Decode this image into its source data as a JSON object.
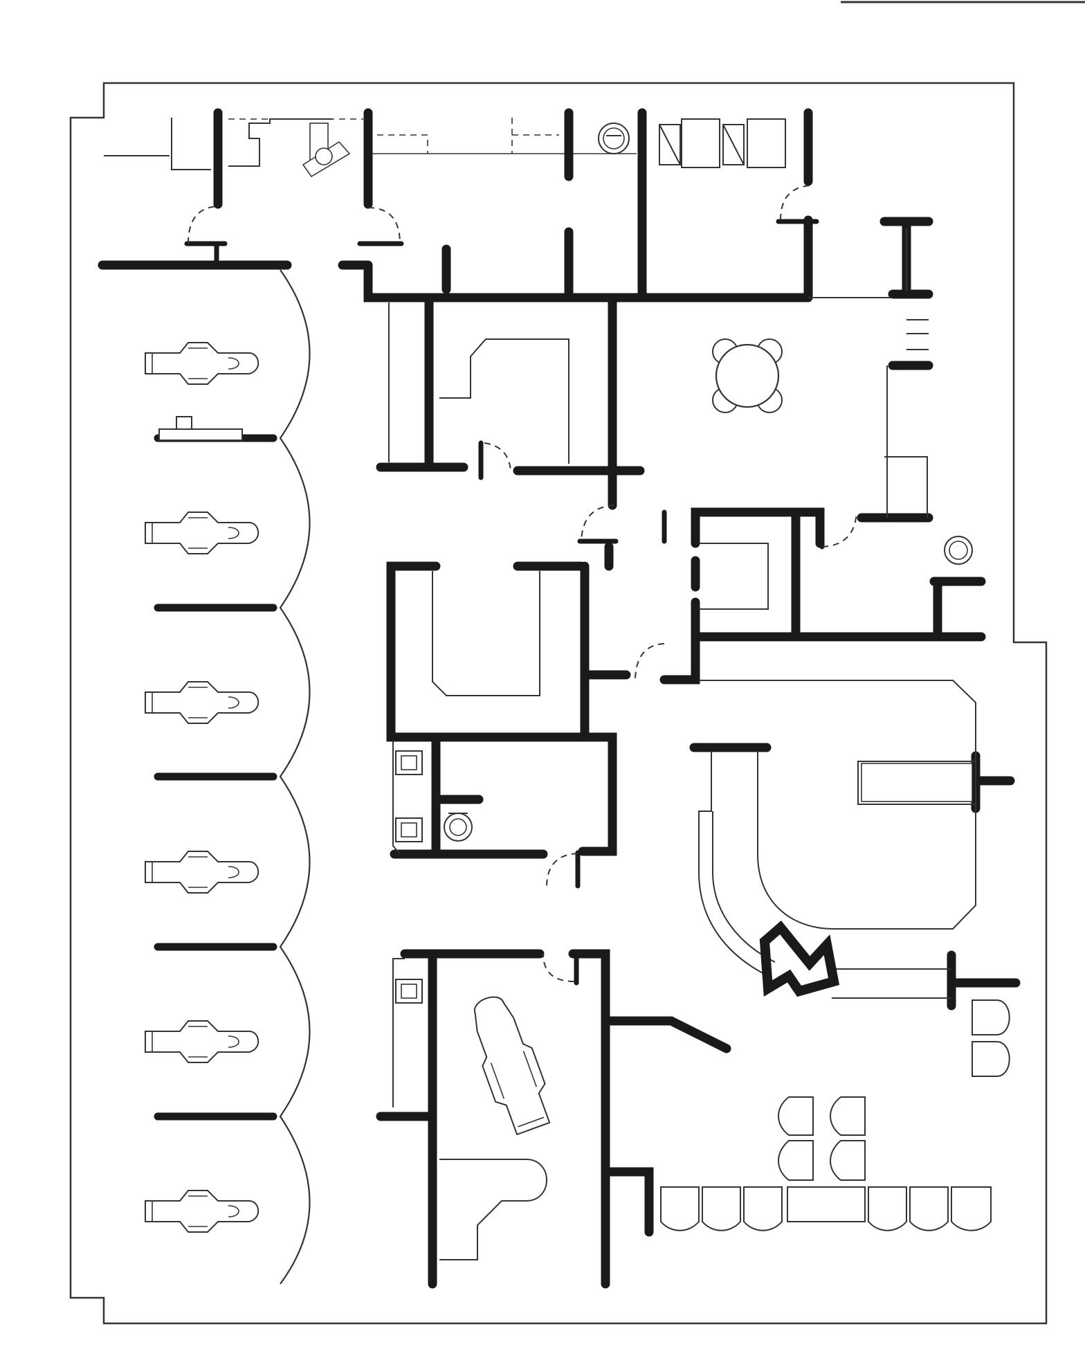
{
  "colors": {
    "wall": "#1a1a1a",
    "line": "#333333",
    "background": "#ffffff"
  },
  "rooms": [
    {
      "id": "treatment-bay-1",
      "fixtures": [
        "dental-chair-icon",
        "instrument-cart-icon"
      ]
    },
    {
      "id": "treatment-bay-2",
      "fixtures": [
        "dental-chair-icon"
      ]
    },
    {
      "id": "treatment-bay-3",
      "fixtures": [
        "dental-chair-icon"
      ]
    },
    {
      "id": "treatment-bay-4",
      "fixtures": [
        "dental-chair-icon"
      ]
    },
    {
      "id": "treatment-bay-5",
      "fixtures": [
        "dental-chair-icon"
      ]
    },
    {
      "id": "treatment-bay-6",
      "fixtures": [
        "dental-chair-icon"
      ]
    },
    {
      "id": "private-operatory",
      "fixtures": [
        "dental-chair-icon",
        "sink-icon"
      ]
    },
    {
      "id": "staff-lounge",
      "fixtures": [
        "round-table-icon"
      ]
    },
    {
      "id": "restroom",
      "fixtures": [
        "toilet-icon",
        "sink-icon"
      ]
    },
    {
      "id": "reception",
      "fixtures": [
        "reception-desk-icon"
      ]
    },
    {
      "id": "waiting-room",
      "fixtures": [
        "armchair-icon"
      ]
    }
  ]
}
